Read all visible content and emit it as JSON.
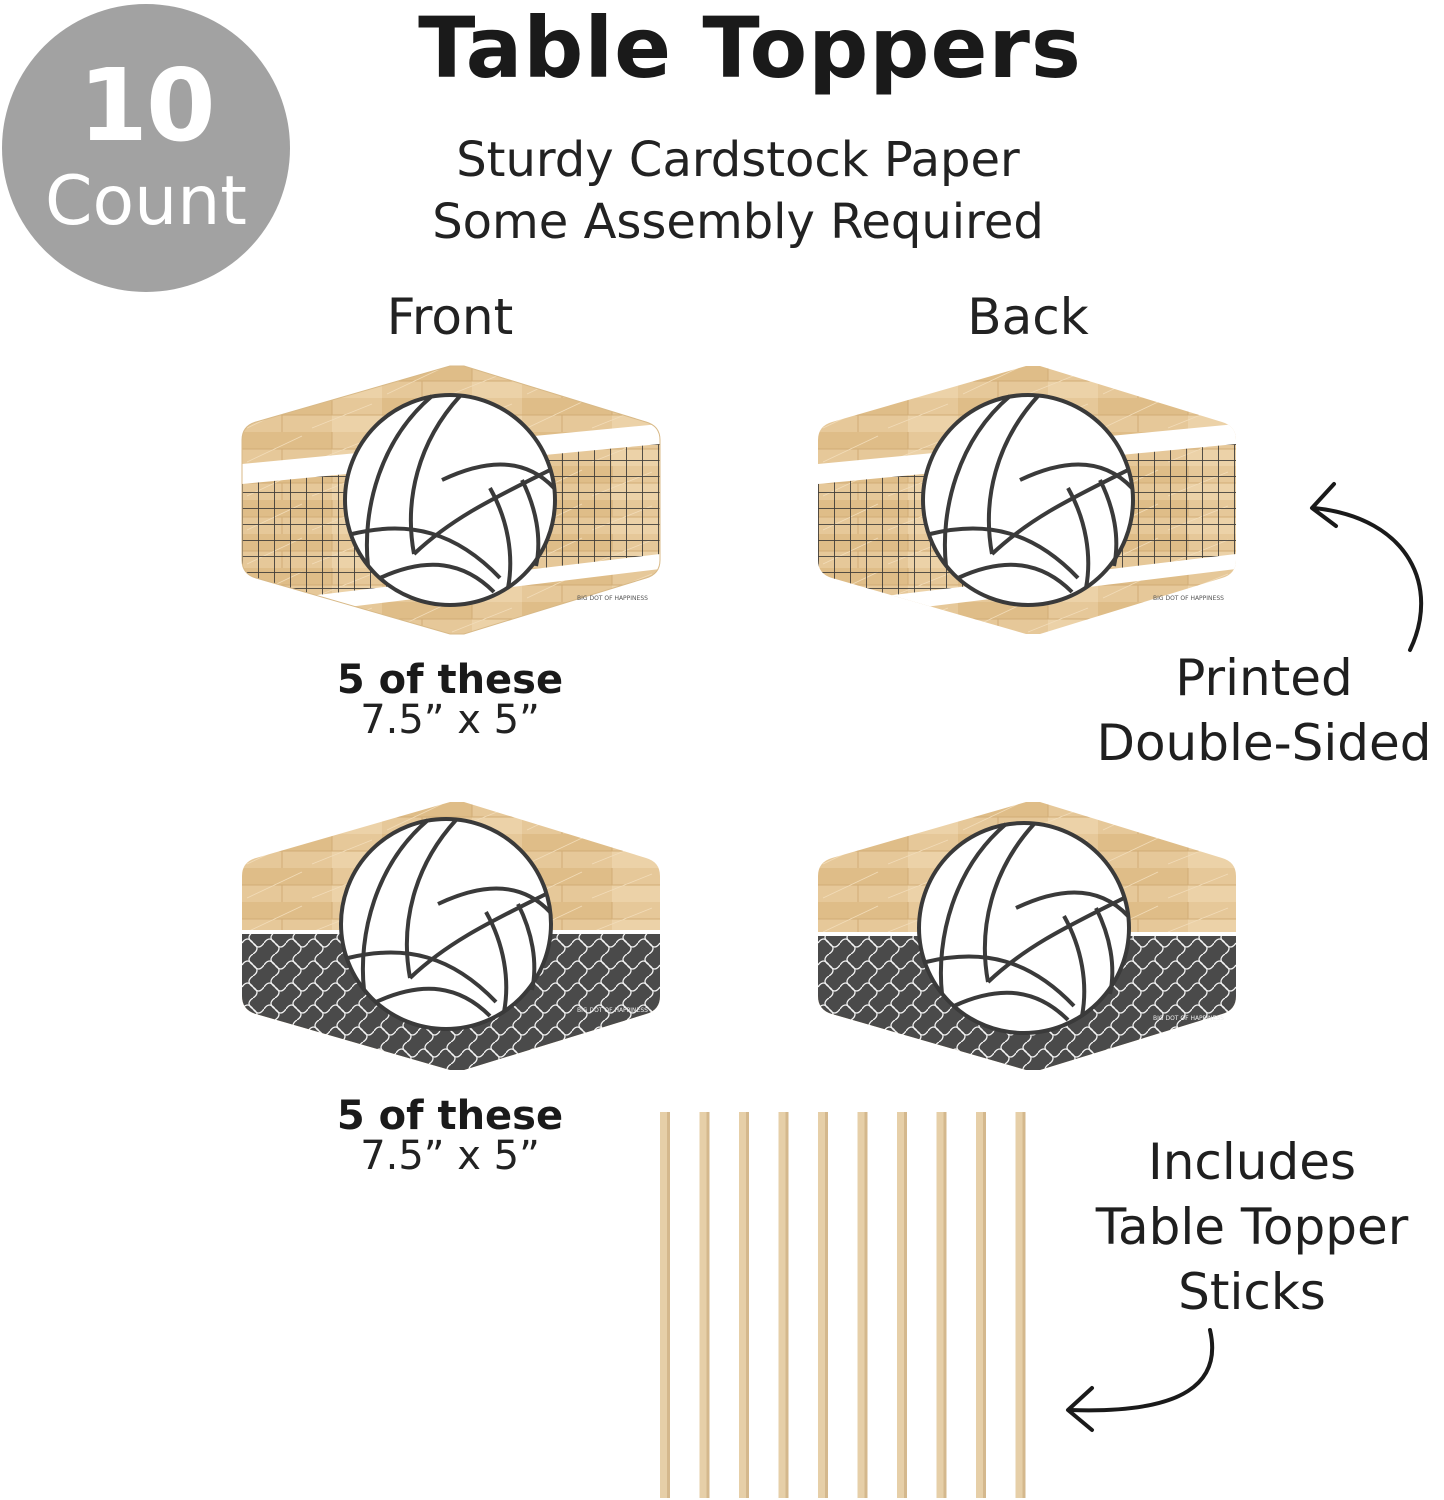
{
  "badge": {
    "count": "10",
    "label": "Count"
  },
  "title": "Table Toppers",
  "subtitle_lines": [
    "Sturdy Cardstock Paper",
    "Some Assembly Required"
  ],
  "sides": {
    "front": "Front",
    "back": "Back"
  },
  "design_1": {
    "quantity": "5 of these",
    "size": "7.5” x 5”"
  },
  "design_2": {
    "quantity": "5 of these",
    "size": "7.5” x 5”"
  },
  "double_sided_note": {
    "line1": "Printed",
    "line2": "Double-Sided"
  },
  "sticks_note": {
    "line1": "Includes",
    "line2": "Table Topper",
    "line3": "Sticks"
  },
  "card_logo_text": "BIG DOT OF HAPPINESS",
  "colors": {
    "badge": "#a2a2a2",
    "wood": "#e3c494",
    "wood_dark": "#cfa86e",
    "net": "#3b3b3b",
    "net_panel": "#4a4a4a",
    "ball_outline": "#3a3a3a",
    "stick": "#e6cfa8"
  }
}
